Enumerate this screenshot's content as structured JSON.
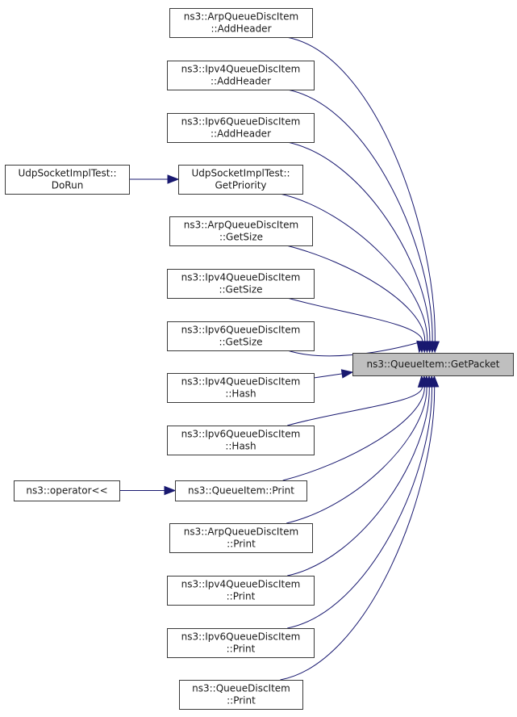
{
  "graph": {
    "title": "Caller graph of ns3::QueueItem::GetPacket",
    "edge_color": "#191970",
    "target_fill": "#bfbfbf",
    "target": {
      "id": "getpacket",
      "lines": [
        "ns3::QueueItem::GetPacket"
      ]
    },
    "nodes": [
      {
        "id": "arp_addheader",
        "lines": [
          "ns3::ArpQueueDiscItem",
          "::AddHeader"
        ]
      },
      {
        "id": "ipv4_addheader",
        "lines": [
          "ns3::Ipv4QueueDiscItem",
          "::AddHeader"
        ]
      },
      {
        "id": "ipv6_addheader",
        "lines": [
          "ns3::Ipv6QueueDiscItem",
          "::AddHeader"
        ]
      },
      {
        "id": "udp_getpriority",
        "lines": [
          "UdpSocketImplTest::",
          "GetPriority"
        ]
      },
      {
        "id": "arp_getsize",
        "lines": [
          "ns3::ArpQueueDiscItem",
          "::GetSize"
        ]
      },
      {
        "id": "ipv4_getsize",
        "lines": [
          "ns3::Ipv4QueueDiscItem",
          "::GetSize"
        ]
      },
      {
        "id": "ipv6_getsize",
        "lines": [
          "ns3::Ipv6QueueDiscItem",
          "::GetSize"
        ]
      },
      {
        "id": "ipv4_hash",
        "lines": [
          "ns3::Ipv4QueueDiscItem",
          "::Hash"
        ]
      },
      {
        "id": "ipv6_hash",
        "lines": [
          "ns3::Ipv6QueueDiscItem",
          "::Hash"
        ]
      },
      {
        "id": "queueitem_print",
        "lines": [
          "ns3::QueueItem::Print"
        ]
      },
      {
        "id": "arp_print",
        "lines": [
          "ns3::ArpQueueDiscItem",
          "::Print"
        ]
      },
      {
        "id": "ipv4_print",
        "lines": [
          "ns3::Ipv4QueueDiscItem",
          "::Print"
        ]
      },
      {
        "id": "ipv6_print",
        "lines": [
          "ns3::Ipv6QueueDiscItem",
          "::Print"
        ]
      },
      {
        "id": "queuedisc_print",
        "lines": [
          "ns3::QueueDiscItem",
          "::Print"
        ]
      },
      {
        "id": "udp_dorun",
        "lines": [
          "UdpSocketImplTest::",
          "DoRun"
        ]
      },
      {
        "id": "operator_lshift",
        "lines": [
          "ns3::operator<<"
        ]
      }
    ],
    "edges": [
      {
        "from": "arp_addheader",
        "to": "getpacket"
      },
      {
        "from": "ipv4_addheader",
        "to": "getpacket"
      },
      {
        "from": "ipv6_addheader",
        "to": "getpacket"
      },
      {
        "from": "udp_getpriority",
        "to": "getpacket"
      },
      {
        "from": "arp_getsize",
        "to": "getpacket"
      },
      {
        "from": "ipv4_getsize",
        "to": "getpacket"
      },
      {
        "from": "ipv6_getsize",
        "to": "getpacket"
      },
      {
        "from": "ipv4_hash",
        "to": "getpacket"
      },
      {
        "from": "ipv6_hash",
        "to": "getpacket"
      },
      {
        "from": "queueitem_print",
        "to": "getpacket"
      },
      {
        "from": "arp_print",
        "to": "getpacket"
      },
      {
        "from": "ipv4_print",
        "to": "getpacket"
      },
      {
        "from": "ipv6_print",
        "to": "getpacket"
      },
      {
        "from": "queuedisc_print",
        "to": "getpacket"
      },
      {
        "from": "udp_dorun",
        "to": "udp_getpriority"
      },
      {
        "from": "operator_lshift",
        "to": "queueitem_print"
      }
    ]
  }
}
